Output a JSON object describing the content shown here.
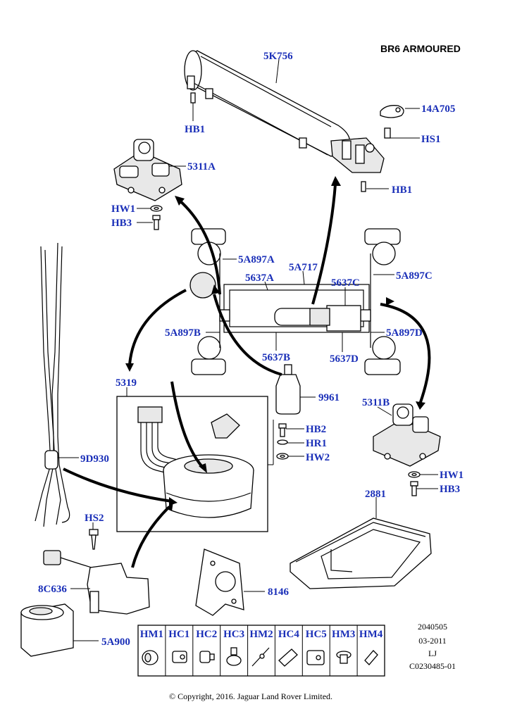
{
  "title": "BR6 ARMOURED",
  "callouts": {
    "c5K756": "5K756",
    "cHB1a": "HB1",
    "c14A705": "14A705",
    "cHS1": "HS1",
    "cHB1b": "HB1",
    "c5311A": "5311A",
    "cHW1a": "HW1",
    "cHB3a": "HB3",
    "c5A897A": "5A897A",
    "c5A717": "5A717",
    "c5637A": "5637A",
    "c5637C": "5637C",
    "c5A897C": "5A897C",
    "c5A897B": "5A897B",
    "c5A897D": "5A897D",
    "c5637B": "5637B",
    "c5637D": "5637D",
    "c5319": "5319",
    "c9961": "9961",
    "c5311B": "5311B",
    "cHB2": "HB2",
    "cHR1": "HR1",
    "cHW2": "HW2",
    "c9D930": "9D930",
    "cHW1b": "HW1",
    "cHB3b": "HB3",
    "c2881": "2881",
    "cHS2": "HS2",
    "c8C636": "8C636",
    "c8146": "8146",
    "c5A900": "5A900"
  },
  "legend": [
    "HM1",
    "HC1",
    "HC2",
    "HC3",
    "HM2",
    "HC4",
    "HC5",
    "HM3",
    "HM4"
  ],
  "meta": {
    "code": "2040505",
    "date": "03-2011",
    "author": "LJ",
    "ref": "C0230485-01"
  },
  "copyright": "© Copyright, 2016. Jaguar Land Rover Limited.",
  "colors": {
    "callout": "#1a2fb8",
    "line": "#000000"
  }
}
